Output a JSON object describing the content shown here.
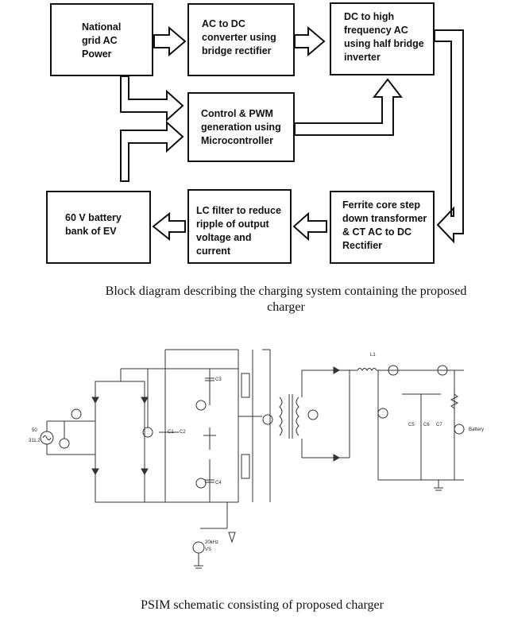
{
  "block_diagram": {
    "blocks": {
      "grid": "National grid AC Power",
      "rectifier": "AC to DC converter using bridge rectifier",
      "inverter": "DC to high frequency AC using half bridge inverter",
      "control": "Control & PWM generation using Microcontroller",
      "battery": "60 V battery bank of EV",
      "filter": "LC filter to reduce ripple of output voltage and current",
      "transformer": "Ferrite core step down transformer & CT AC to DC Rectifier"
    },
    "caption": "Block diagram describing the charging system containing the proposed charger"
  },
  "schematic": {
    "labels": {
      "src_freq": "50",
      "src_v": "311.2",
      "c1": "C1",
      "c2": "C2",
      "c3": "C3",
      "c4": "C4",
      "l1": "L1",
      "c5": "C5",
      "c6": "C6",
      "c7": "C7",
      "pwm_freq": "20kHz",
      "pwm_src": "VS",
      "load": "Battery"
    },
    "caption": "PSIM schematic consisting of proposed charger"
  }
}
